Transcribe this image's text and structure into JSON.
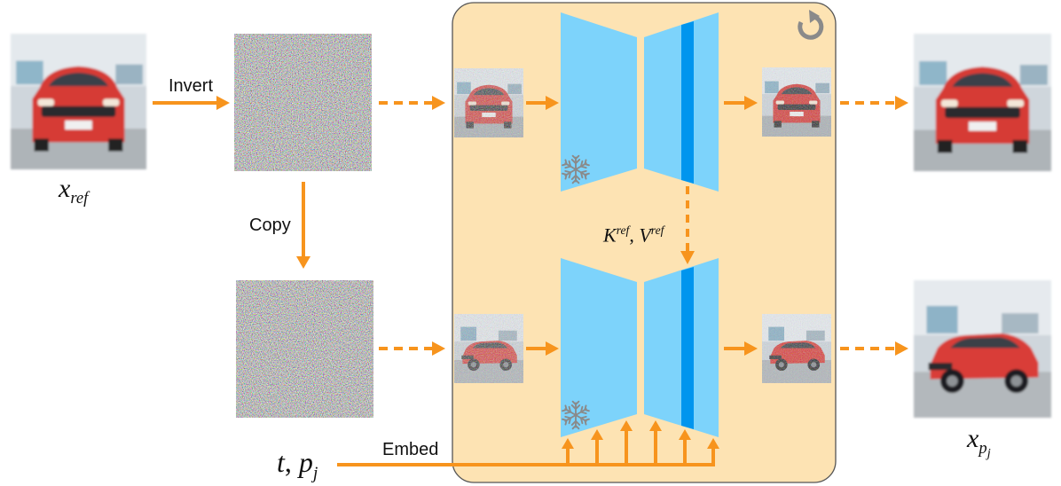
{
  "labels": {
    "invert": "Invert",
    "copy": "Copy",
    "embed": "Embed"
  },
  "math": {
    "x_ref": {
      "base": "x",
      "sub": "ref"
    },
    "kv": {
      "k": "K",
      "k_sup": "ref",
      "sep": ", ",
      "v": "V",
      "v_sup": "ref"
    },
    "tp": {
      "t": "t",
      "sep": ", ",
      "p": "p",
      "p_sub": "j"
    },
    "x_pj": {
      "base": "x",
      "sub": "p",
      "subsub": "j"
    }
  },
  "icons": {
    "frozen": "snowflake-icon",
    "repeat": "refresh-icon"
  },
  "colors": {
    "arrow": "#f7941d",
    "panel_fill": "#fde3b3",
    "unet": "#7dd3fb",
    "attention_bar": "#0095ee",
    "icon_gray": "#8a8a8a"
  }
}
